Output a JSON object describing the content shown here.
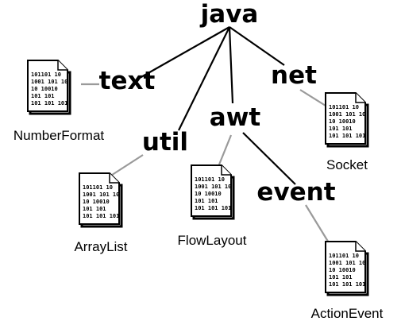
{
  "diagram": {
    "packages": {
      "java": "java",
      "text": "text",
      "util": "util",
      "awt": "awt",
      "net": "net",
      "event": "event"
    },
    "classes": {
      "number_format": "NumberFormat",
      "array_list": "ArrayList",
      "flow_layout": "FlowLayout",
      "socket": "Socket",
      "action_event": "ActionEvent"
    },
    "file_icon_lines": [
      "101101 10",
      "1001 101 10",
      "10 10010",
      "101   101",
      "101 101 101"
    ],
    "colors": {
      "package_edge": "#000000",
      "class_edge": "#9a9a9a"
    },
    "icons": [
      "document-icon"
    ]
  }
}
